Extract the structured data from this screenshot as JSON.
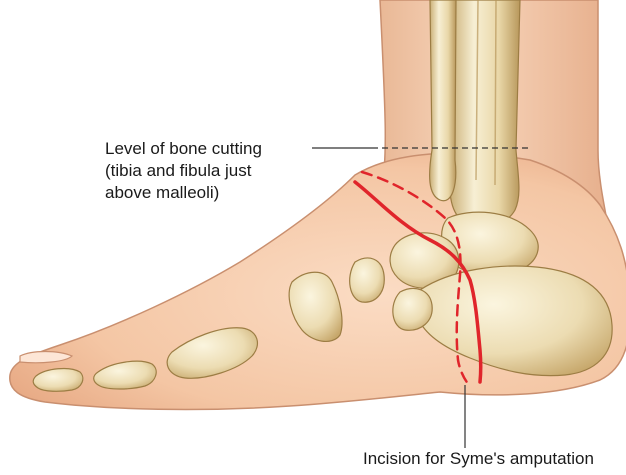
{
  "labels": {
    "bone_cut_line1": "Level of bone cutting",
    "bone_cut_line2": "(tibia and fibula just",
    "bone_cut_line3": "above malleoli)",
    "incision": "Incision for Syme's amputation"
  },
  "colors": {
    "skin": "#f5c9a8",
    "skin_outline": "#c98f6f",
    "bone": "#efe3bf",
    "bone_shadow": "#b89a5f",
    "incision_line": "#e0252b",
    "leader_line": "#333333"
  }
}
